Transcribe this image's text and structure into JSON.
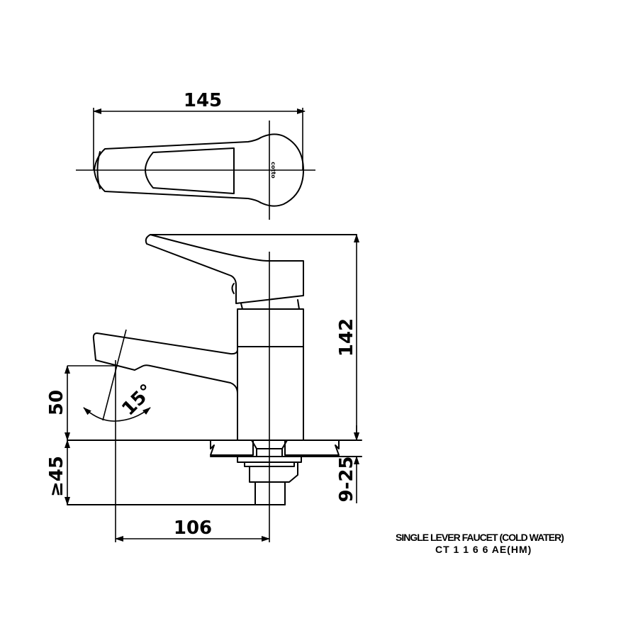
{
  "drawing": {
    "title_line1": "SINGLE LEVER FAUCET  (COLD WATER)",
    "title_line2": "CT 1 1 6 6 AE(HM)",
    "brand_mark": "cotto",
    "dimensions": {
      "overall_length": "145",
      "height": "142",
      "spout_height": "50",
      "below_deck": "≥45",
      "deck_thickness": "9-25",
      "spout_reach": "106",
      "spout_angle": "15°"
    },
    "colors": {
      "line": "#000000",
      "background": "#ffffff"
    }
  }
}
